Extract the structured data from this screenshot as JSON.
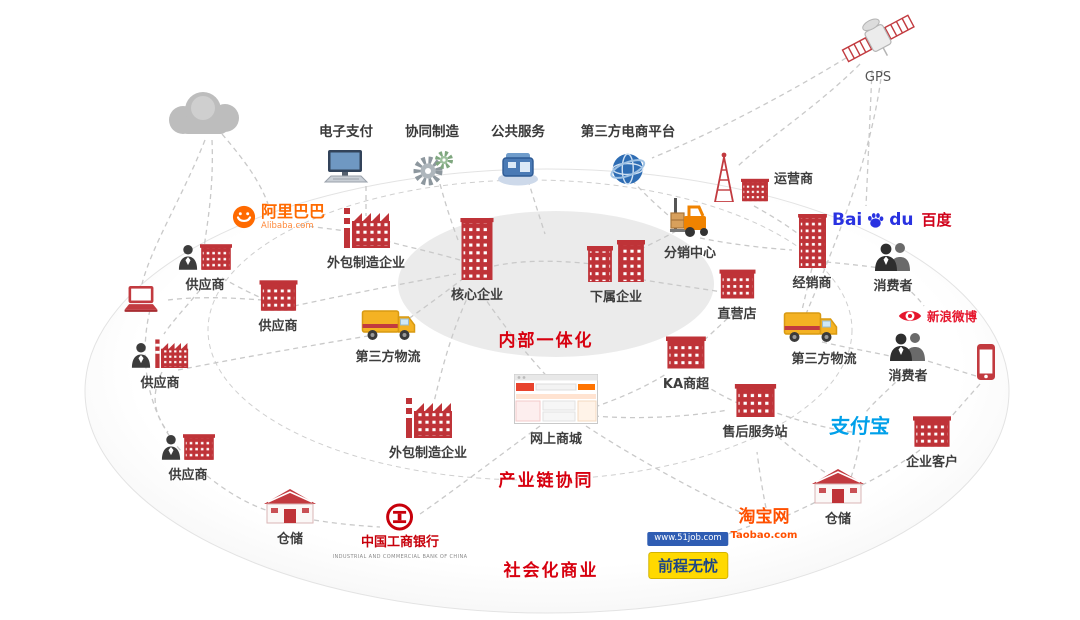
{
  "zones": {
    "inner_label": "内部一体化",
    "middle_label": "产业链协同",
    "outer_label": "社会化商业"
  },
  "top_services": {
    "epay": "电子支付",
    "comfg": "协同制造",
    "pubsvc": "公共服务",
    "platform": "第三方电商平台"
  },
  "gps": {
    "label": "GPS"
  },
  "nodes": {
    "core": "核心企业",
    "subsidiary": "下属企业",
    "online_mall": "网上商城",
    "outsource_mfg_top": "外包制造企业",
    "outsource_mfg_bottom": "外包制造企业",
    "supplier_1": "供应商",
    "supplier_2": "供应商",
    "supplier_3": "供应商",
    "supplier_4": "供应商",
    "logistics_left": "第三方物流",
    "logistics_right": "第三方物流",
    "warehouse_left": "仓储",
    "warehouse_right": "仓储",
    "distribution_center": "分销中心",
    "operator": "运营商",
    "dealer": "经销商",
    "direct_store": "直营店",
    "ka_store": "KA商超",
    "after_sales": "售后服务站",
    "consumer_top": "消费者",
    "consumer_bottom": "消费者",
    "enterprise_customer": "企业客户"
  },
  "logos": {
    "alibaba": {
      "cn": "阿里巴巴",
      "en": "Alibaba.com"
    },
    "baidu": {
      "part1": "Bai",
      "part2": "du",
      "cn": "百度"
    },
    "weibo": {
      "cn": "新浪微博"
    },
    "alipay": {
      "cn": "支付宝"
    },
    "taobao": {
      "cn": "淘宝网",
      "en": "Taobao.com"
    },
    "job51": {
      "cn": "前程无忧",
      "url": "www.51job.com"
    },
    "icbc": {
      "cn": "中国工商银行",
      "en": "INDUSTRIAL AND COMMERCIAL BANK OF CHINA"
    }
  },
  "colors": {
    "building_red": "#bf3338",
    "zone_label_red": "#d7000f",
    "dashed_line": "#c9c9c9",
    "truck_yellow": "#f4b223",
    "forklift_orange": "#f08300"
  },
  "icons": {
    "cloud-icon": "gray cloud",
    "satellite-icon": "gps satellite with red striped panels",
    "building-icon": "red building with white windows",
    "factory-icon": "red factory with chimney",
    "warehouse-icon": "red roof warehouse",
    "truck-icon": "yellow delivery truck",
    "forklift-icon": "orange forklift",
    "person-icon": "dark suit person",
    "consumers-icon": "two people silhouettes",
    "laptop-icon": "red laptop",
    "phone-icon": "red smartphone",
    "tower-icon": "red signal tower",
    "browser-icon": "online mall webpage",
    "monitor-icon": "computer with keyboard",
    "gears-icon": "machining gears",
    "service-machine-icon": "blue public service machine",
    "globe-icon": "blue globe",
    "alibaba-smiley-icon": "orange smiley face",
    "baidu-paw-icon": "blue paw print",
    "weibo-eye-icon": "red eye",
    "icbc-emblem-icon": "red ring emblem"
  }
}
